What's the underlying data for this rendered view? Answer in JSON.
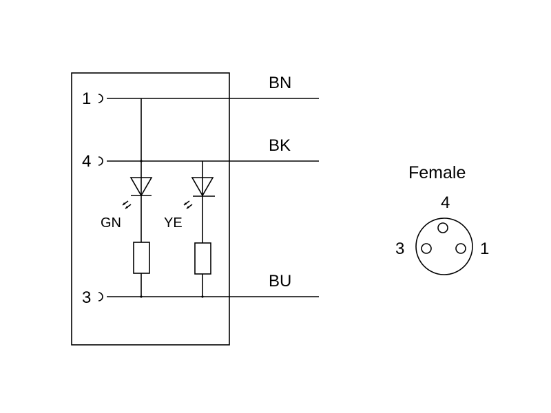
{
  "diagram": {
    "pins": {
      "pin1": "1",
      "pin4": "4",
      "pin3": "3"
    },
    "wires": {
      "bn": "BN",
      "bk": "BK",
      "bu": "BU"
    },
    "leds": {
      "green": "GN",
      "yellow": "YE"
    },
    "connector": {
      "title": "Female",
      "pin_top": "4",
      "pin_left": "3",
      "pin_right": "1"
    }
  }
}
